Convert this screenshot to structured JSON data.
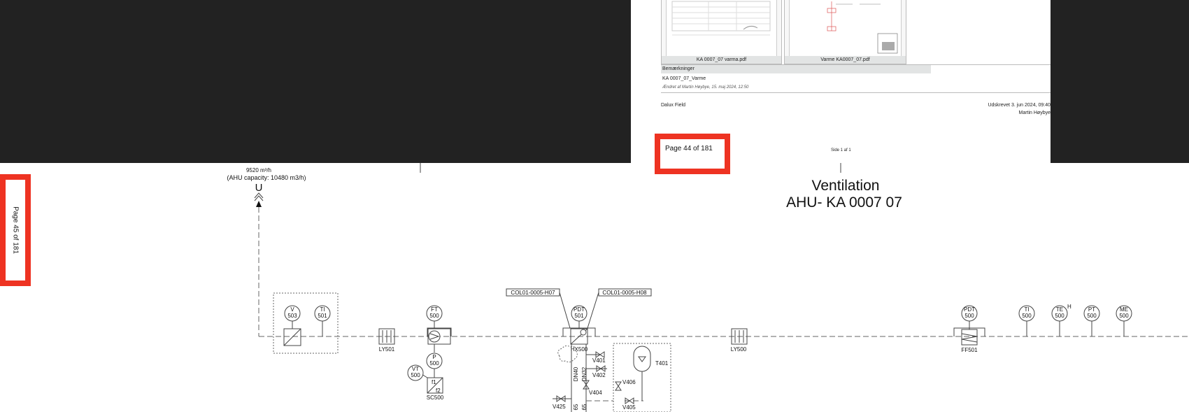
{
  "previous_page": {
    "attachments": [
      {
        "caption": "KA 0007_07 varma.pdf"
      },
      {
        "caption": "Varme KA0007_07.pdf"
      }
    ],
    "remarks_header": "Bemærkninger",
    "remark_text": "KA 0007_07_Varme",
    "changed_by": "Ændret af Martin Høybye, 15. maj 2024, 12:50",
    "app_name": "Dalux Field",
    "printed": "Udskrevet 3. jun 2024, 09:40",
    "printed_by": "Martin Høybye",
    "side": "Side 1 af 1"
  },
  "page_indicators": {
    "current": "Page 45 of 181",
    "previous": "Page 44 of 181"
  },
  "colors": {
    "marker": "#ee3322",
    "viewer_background": "#222222"
  },
  "drawing": {
    "title_line1": "Ventilation",
    "title_line2": "AHU- KA 0007 07",
    "airflow": "9520 m³/h",
    "capacity": "(AHU capacity: 10480 m3/h)",
    "outlet_letter": "U",
    "instruments": [
      {
        "top": "V",
        "bottom": "503"
      },
      {
        "top": "TI",
        "bottom": "501"
      },
      {
        "top": "FT",
        "bottom": "500"
      },
      {
        "top": "PDT",
        "bottom": "501"
      },
      {
        "top": "P",
        "bottom": "500"
      },
      {
        "top": "VT",
        "bottom": "500"
      },
      {
        "top": "PDT",
        "bottom": "500"
      },
      {
        "top": "TI",
        "bottom": "500"
      },
      {
        "top": "TE",
        "bottom": "500"
      },
      {
        "top": "PT",
        "bottom": "500"
      },
      {
        "top": "ME",
        "bottom": "500"
      }
    ],
    "te_suffix": "H",
    "col_tag_left": "COL01-0005-H07",
    "col_tag_right": "COL01-0005-H08",
    "equipment": {
      "ly501": "LY501",
      "ly500": "LY500",
      "hx500": "HX500",
      "sc500": "SC500",
      "ff501": "FF501",
      "t401": "T401",
      "f1": "f1",
      "f2": "f2"
    },
    "valves": {
      "v401": "V401",
      "v402": "V402",
      "v404": "V404",
      "v405": "V405",
      "v406": "V406",
      "v425": "V425"
    },
    "pipe_sizes": {
      "dn40": "DN40",
      "dn32": "DN32",
      "d65a": "65",
      "d65b": "65"
    }
  }
}
